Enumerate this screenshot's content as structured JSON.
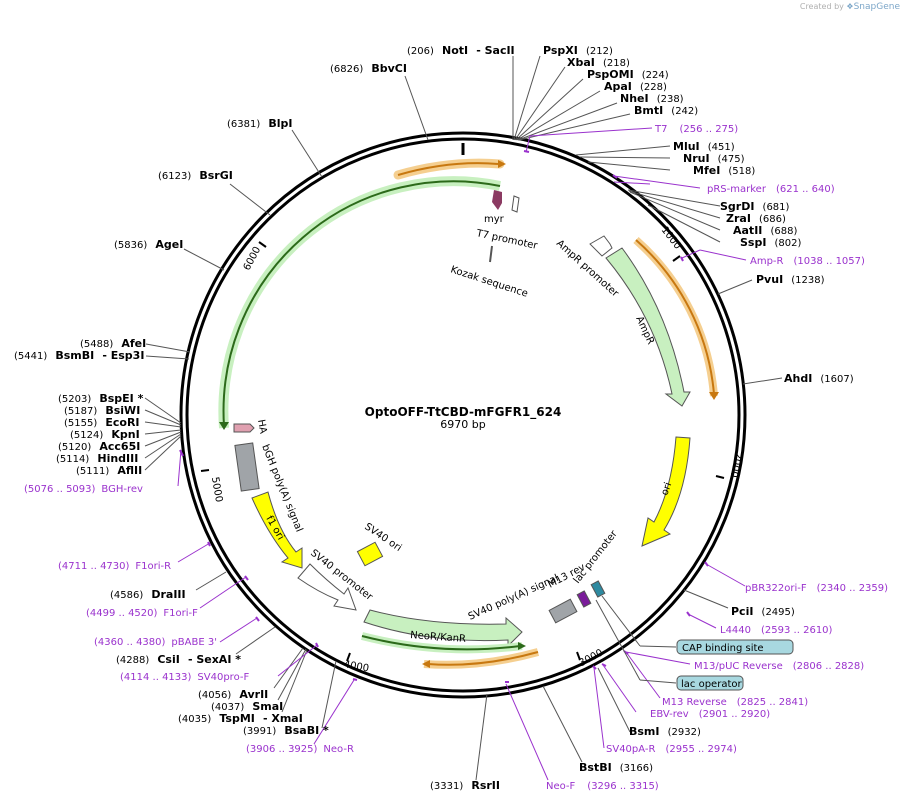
{
  "credit": {
    "prefix": "Created by",
    "brand": "SnapGene"
  },
  "plasmid": {
    "name": "OptoOFF-TtCBD-mFGFR1_624",
    "length": "6970 bp"
  },
  "ticks": [
    {
      "label": "1000"
    },
    {
      "label": "2000"
    },
    {
      "label": "3000"
    },
    {
      "label": "4000"
    },
    {
      "label": "5000"
    },
    {
      "label": "6000"
    }
  ],
  "sites": [
    {
      "pos": "(206)",
      "name": "NotI",
      "extra": "- SacII"
    },
    {
      "name": "PspXI",
      "pos": "(212)"
    },
    {
      "name": "XbaI",
      "pos": "(218)"
    },
    {
      "name": "PspOMI",
      "pos": "(224)"
    },
    {
      "name": "ApaI",
      "pos": "(228)"
    },
    {
      "name": "NheI",
      "pos": "(238)"
    },
    {
      "name": "BmtI",
      "pos": "(242)"
    },
    {
      "pos": "(6826)",
      "name": "BbvCI"
    },
    {
      "pos": "(6381)",
      "name": "BlpI"
    },
    {
      "pos": "(6123)",
      "name": "BsrGI"
    },
    {
      "pos": "(5836)",
      "name": "AgeI"
    },
    {
      "pos": "(5488)",
      "name": "AfeI"
    },
    {
      "pos": "(5441)",
      "name": "BsmBI",
      "extra": "- Esp3I"
    },
    {
      "pos": "(5203)",
      "name": "BspEI *"
    },
    {
      "pos": "(5187)",
      "name": "BsiWI"
    },
    {
      "pos": "(5155)",
      "name": "EcoRI"
    },
    {
      "pos": "(5124)",
      "name": "KpnI"
    },
    {
      "pos": "(5120)",
      "name": "Acc65I"
    },
    {
      "pos": "(5114)",
      "name": "HindIII"
    },
    {
      "pos": "(5111)",
      "name": "AflII"
    },
    {
      "name": "MluI",
      "pos": "(451)"
    },
    {
      "name": "NruI",
      "pos": "(475)"
    },
    {
      "name": "MfeI",
      "pos": "(518)"
    },
    {
      "name": "SgrDI",
      "pos": "(681)"
    },
    {
      "name": "ZraI",
      "pos": "(686)"
    },
    {
      "name": "AatII",
      "pos": "(688)"
    },
    {
      "name": "SspI",
      "pos": "(802)"
    },
    {
      "name": "PvuI",
      "pos": "(1238)"
    },
    {
      "name": "AhdI",
      "pos": "(1607)"
    },
    {
      "name": "PciI",
      "pos": "(2495)"
    },
    {
      "name": "BsmI",
      "pos": "(2932)"
    },
    {
      "name": "BstBI",
      "pos": "(3166)"
    },
    {
      "pos": "(3331)",
      "name": "RsrII"
    },
    {
      "pos": "(4586)",
      "name": "DraIII"
    },
    {
      "pos": "(4288)",
      "name": "CsiI",
      "extra": "- SexAI *"
    },
    {
      "pos": "(4056)",
      "name": "AvrII"
    },
    {
      "pos": "(4037)",
      "name": "SmaI"
    },
    {
      "pos": "(4035)",
      "name": "TspMI",
      "extra": "- XmaI"
    },
    {
      "pos": "(3991)",
      "name": "BsaBI *"
    }
  ],
  "primers": [
    {
      "name": "T7",
      "range": "(256 .. 275)"
    },
    {
      "name": "pRS-marker",
      "range": "(621 .. 640)"
    },
    {
      "name": "Amp-R",
      "range": "(1038 .. 1057)"
    },
    {
      "name": "BGH-rev",
      "range": "(5076 .. 5093)"
    },
    {
      "name": "F1ori-R",
      "range": "(4711 .. 4730)"
    },
    {
      "name": "F1ori-F",
      "range": "(4499 .. 4520)"
    },
    {
      "name": "pBABE 3'",
      "range": "(4360 .. 4380)"
    },
    {
      "name": "SV40pro-F",
      "range": "(4114 .. 4133)"
    },
    {
      "name": "Neo-R",
      "range": "(3906 .. 3925)"
    },
    {
      "name": "Neo-F",
      "range": "(3296 .. 3315)"
    },
    {
      "name": "SV40pA-R",
      "range": "(2955 .. 2974)"
    },
    {
      "name": "EBV-rev",
      "range": "(2901 .. 2920)"
    },
    {
      "name": "M13 Reverse",
      "range": "(2825 .. 2841)"
    },
    {
      "name": "M13/pUC Reverse",
      "range": "(2806 .. 2828)"
    },
    {
      "name": "L4440",
      "range": "(2593 .. 2610)"
    },
    {
      "name": "pBR322ori-F",
      "range": "(2340 .. 2359)"
    }
  ],
  "boxed": [
    {
      "label": "CAP binding site"
    },
    {
      "label": "lac operator"
    }
  ],
  "features": {
    "myr": "myr",
    "t7_promoter": "T7 promoter",
    "kozak": "Kozak sequence",
    "ampr_promoter": "AmpR promoter",
    "ampr": "AmpR",
    "ori": "ori",
    "ha": "HA",
    "bgh": "bGH poly(A) signal",
    "f1ori": "f1 ori",
    "sv40ori": "SV40 ori",
    "sv40promoter": "SV40 promoter",
    "neor": "NeoR/KanR",
    "sv40polya": "SV40 poly(A) signal",
    "m13rev": "M13 rev",
    "lacpromoter": "lac promoter"
  },
  "colors": {
    "green_orf": "#c8f0c0",
    "orange_orf": "#f5a030",
    "ori_yellow": "#ffff00",
    "primer_purple": "#9a32cd",
    "boxed_fill": "#a8d8e0",
    "myr_fill": "#8b3a62",
    "grey_feature": "#a0a4a8"
  }
}
